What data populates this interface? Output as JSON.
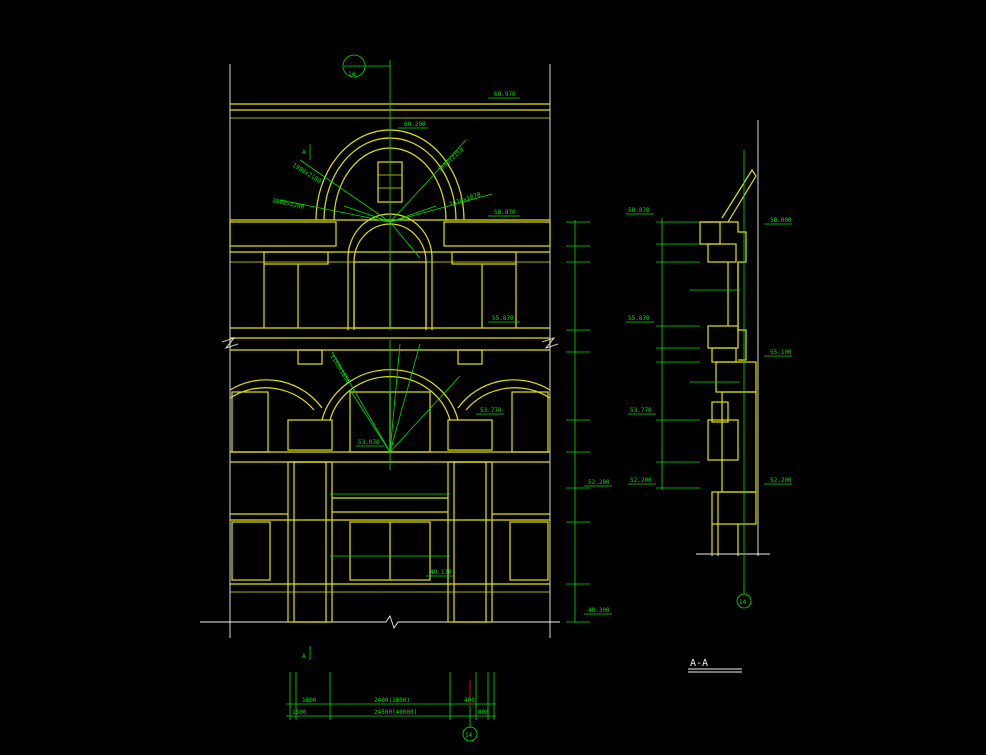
{
  "drawing": {
    "axis_bubble_main": "14",
    "axis_bubble_section": "14",
    "axis_bubble_plan": "14",
    "section_title": "A-A",
    "cut_marker_top": "A",
    "cut_marker_bottom": "A",
    "elevation_levels": [
      "60.970",
      "60.200",
      "58.870",
      "55.870",
      "53.070",
      "53.770",
      "52.200",
      "49.170",
      "48.300"
    ],
    "section_levels": [
      "58.870",
      "58.000",
      "55.870",
      "55.100",
      "53.770",
      "52.200",
      "52.200"
    ],
    "arch_dims": [
      "1980x2180",
      "2000x2280",
      "1950x2150",
      "1610x1870",
      "1160x1850"
    ],
    "plan_dims": [
      "2400(1800)",
      "1800",
      "24500(40000)",
      "1500",
      "400",
      "800"
    ],
    "colors": {
      "background": "#000000",
      "outline": "#e4e400",
      "dimension": "#00e000",
      "annotation": "#f0f0f0"
    }
  }
}
